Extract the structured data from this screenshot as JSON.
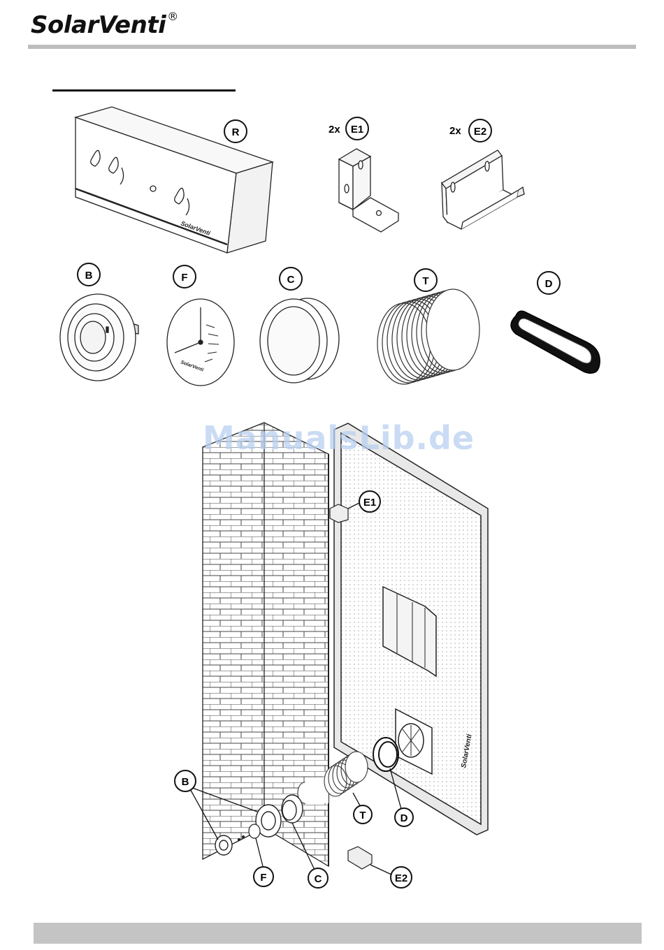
{
  "header": {
    "brand": "SolarVenti",
    "registered": "®"
  },
  "parts": {
    "R": "R",
    "E1": "E1",
    "E2": "E2",
    "B": "B",
    "F": "F",
    "C": "C",
    "T": "T",
    "D": "D",
    "qty_e1": "2x",
    "qty_e2": "2x"
  },
  "assembly": {
    "E1": "E1",
    "B": "B",
    "T": "T",
    "D": "D",
    "F": "F",
    "C": "C",
    "E2": "E2"
  },
  "product_label": "SolarVenti",
  "watermark": "ManualsLib.de",
  "colors": {
    "header_rule": "#bdbdbd",
    "footer_bar": "#c4c4c4",
    "watermark": "#b9cff1"
  }
}
